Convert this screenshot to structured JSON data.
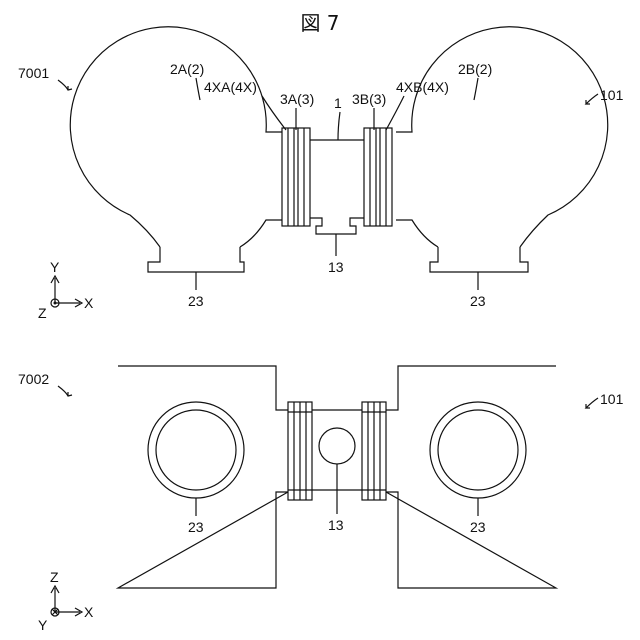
{
  "figure": {
    "title": "図 7"
  },
  "top_view": {
    "ref": "7001",
    "device_ref": "101",
    "labels": {
      "left_sphere": "2A(2)",
      "right_sphere": "2B(2)",
      "left_plate": "4XA(4X)",
      "left_electrode": "3A(3)",
      "center": "1",
      "right_electrode": "3B(3)",
      "right_plate": "4XB(4X)",
      "center_part": "13",
      "left_base": "23",
      "right_base": "23"
    },
    "axes": {
      "vertical": "Y",
      "horizontal": "X",
      "normal": "Z"
    }
  },
  "bottom_view": {
    "ref": "7002",
    "device_ref": "101",
    "labels": {
      "left_ring": "23",
      "center_circle": "13",
      "right_ring": "23"
    },
    "axes": {
      "vertical": "Z",
      "horizontal": "X",
      "normal": "Y"
    }
  }
}
